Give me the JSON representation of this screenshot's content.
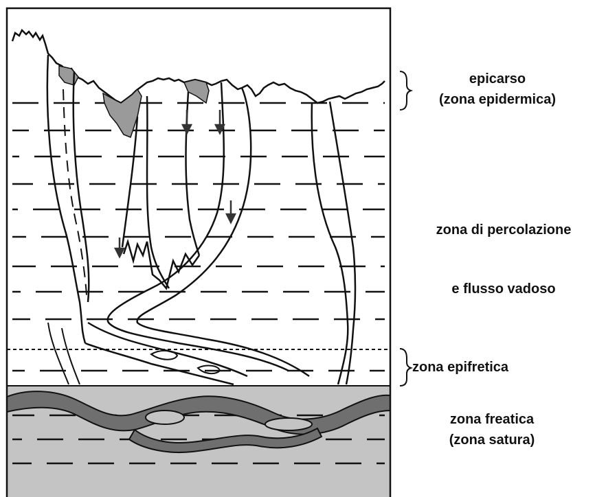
{
  "labels": {
    "epicarso": {
      "line1": "epicarso",
      "line2": "(zona epidermica)"
    },
    "percolazione": {
      "line1": "zona di percolazione",
      "line2": "e flusso vadoso"
    },
    "epifretica": {
      "line1": "zona epifretica"
    },
    "freatica": {
      "line1": "zona freatica",
      "line2": "(zona satura)"
    }
  },
  "colors": {
    "rock": "#ffffff",
    "saturated_zone": "#c4c4c4",
    "conduit_water": "#6f6f6f",
    "epikarst_fill": "#9a9a9a",
    "line": "#111111"
  }
}
